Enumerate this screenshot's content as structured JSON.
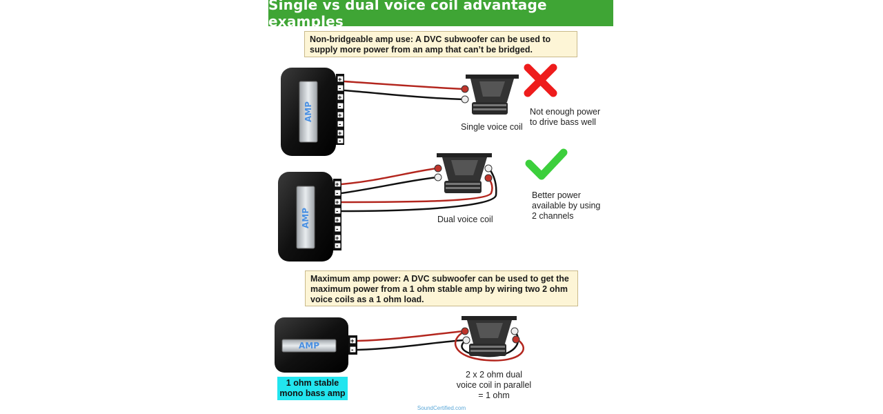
{
  "header": {
    "title": "Single vs dual voice coil advantage examples"
  },
  "section1": {
    "note": "Non-bridgeable amp use: A DVC subwoofer can be used to supply more power from an amp that can’t be bridged.",
    "single_caption": "Single voice coil",
    "single_result": "Not enough power to drive bass well",
    "dual_caption": "Dual voice coil",
    "dual_result": "Better power available by using 2 channels"
  },
  "section2": {
    "note": "Maximum amp power: A DVC subwoofer can be used to get the maximum power from a 1 ohm stable amp by wiring two 2 ohm voice coils as a 1 ohm load.",
    "amp_tag": "1 ohm stable mono bass amp",
    "caption": "2 x 2 ohm dual voice coil in parallel = 1 ohm"
  },
  "amp_label": "AMP",
  "terminal_plus": "+",
  "terminal_minus": "-",
  "footer": {
    "credit": "SoundCertified.com"
  },
  "colors": {
    "title_bg": "#3fa535",
    "note_bg": "#fdf5d6",
    "tag_bg": "#22e5ef",
    "wire_red": "#b3261e",
    "cross": "#ee1c1c",
    "check": "#3ccf3c"
  }
}
